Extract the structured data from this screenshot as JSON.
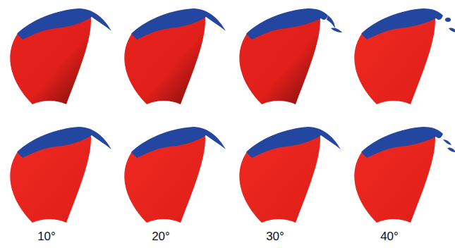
{
  "diagram": {
    "labels": [
      "10°",
      "20°",
      "30°",
      "40°"
    ]
  }
}
